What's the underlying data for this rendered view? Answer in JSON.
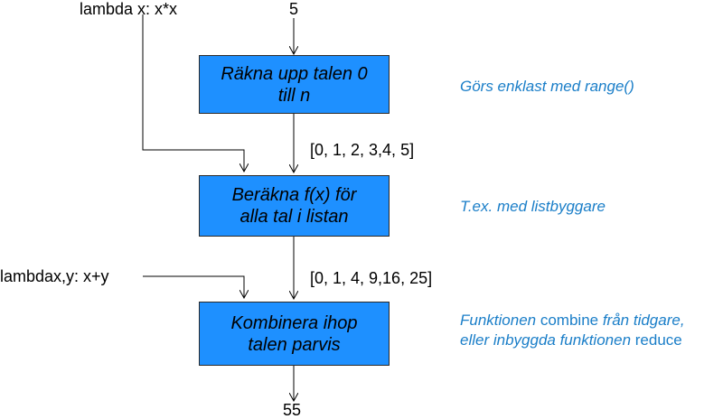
{
  "inputs": {
    "lambda_square": "lambda x: x*x",
    "number": "5",
    "lambda_add": "lambdax,y: x+y"
  },
  "boxes": {
    "range_box": {
      "line1": "Räkna upp talen 0",
      "line2": "till n"
    },
    "map_box": {
      "line1": "Beräkna f(x) för",
      "line2": "alla tal i listan"
    },
    "reduce_box": {
      "line1": "Kombinera ihop",
      "line2": "talen parvis"
    }
  },
  "intermediates": {
    "range_list": "[0, 1, 2, 3,4, 5]",
    "squared_list": "[0, 1, 4, 9,16, 25]"
  },
  "output": {
    "result": "55"
  },
  "notes": {
    "range_note": "Görs enklast med range()",
    "map_note": "T.ex. med listbyggare",
    "reduce_note": {
      "part1": "Funktionen",
      "part2": " combine ",
      "part3": "från tidgare,",
      "part4": "eller inbyggda funktionen",
      "part5": " reduce"
    }
  },
  "colors": {
    "box_fill": "#1e90ff",
    "note_text": "#1a7ec8",
    "line": "#000000"
  }
}
